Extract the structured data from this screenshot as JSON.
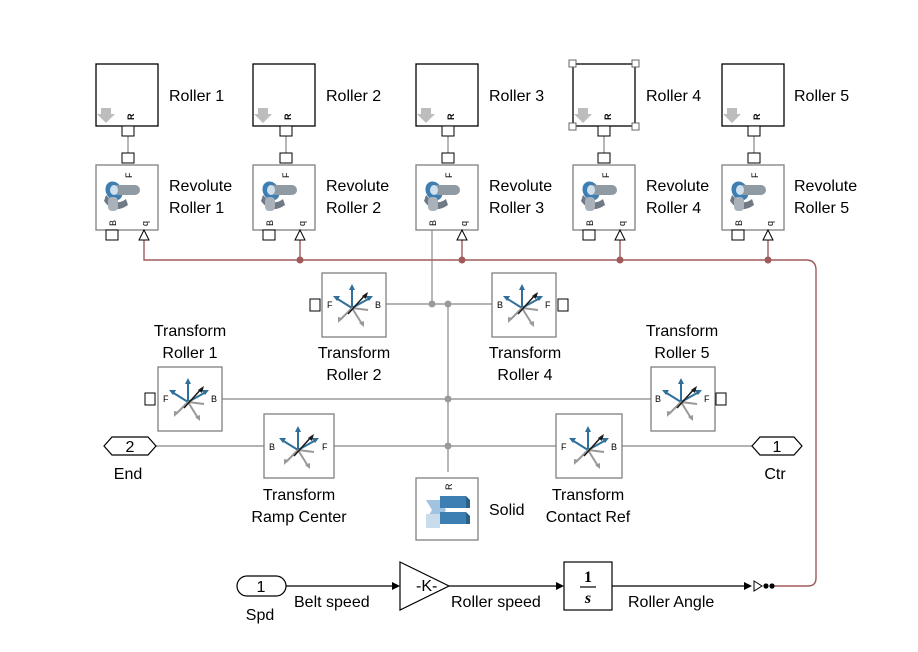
{
  "rollers": [
    {
      "label": "Roller 1",
      "port": "R"
    },
    {
      "label": "Roller 2",
      "port": "R"
    },
    {
      "label": "Roller 3",
      "port": "R"
    },
    {
      "label": "Roller 4",
      "port": "R"
    },
    {
      "label": "Roller 5",
      "port": "R"
    }
  ],
  "revolutes": [
    {
      "line1": "Revolute",
      "line2": "Roller 1",
      "port_f": "F",
      "port_b": "B",
      "port_q": "q"
    },
    {
      "line1": "Revolute",
      "line2": "Roller 2",
      "port_f": "F",
      "port_b": "B",
      "port_q": "q"
    },
    {
      "line1": "Revolute",
      "line2": "Roller 3",
      "port_f": "F",
      "port_b": "B",
      "port_q": "q"
    },
    {
      "line1": "Revolute",
      "line2": "Roller 4",
      "port_f": "F",
      "port_b": "B",
      "port_q": "q"
    },
    {
      "line1": "Revolute",
      "line2": "Roller 5",
      "port_f": "F",
      "port_b": "B",
      "port_q": "q"
    }
  ],
  "transforms": [
    {
      "line1": "Transform",
      "line2": "Roller 1",
      "port_left": "F",
      "port_right": "B"
    },
    {
      "line1": "Transform",
      "line2": "Roller 2",
      "port_left": "F",
      "port_right": "B"
    },
    {
      "line1": "Transform",
      "line2": "Roller 4",
      "port_left": "B",
      "port_right": "F"
    },
    {
      "line1": "Transform",
      "line2": "Roller 5",
      "port_left": "B",
      "port_right": "F"
    },
    {
      "line1": "Transform",
      "line2": "Ramp Center",
      "port_left": "B",
      "port_right": "F"
    },
    {
      "line1": "Transform",
      "line2": "Contact Ref",
      "port_left": "F",
      "port_right": "B"
    }
  ],
  "solid": {
    "label": "Solid",
    "port": "R"
  },
  "connection_ports": [
    {
      "number": "2",
      "label": "End"
    },
    {
      "number": "1",
      "label": "Ctr"
    }
  ],
  "signal": {
    "inport_number": "1",
    "inport_label": "Spd",
    "gain_text": "-K-",
    "integrator_num": "1",
    "integrator_den": "s",
    "belt_speed": "Belt speed",
    "roller_speed": "Roller speed",
    "roller_angle": "Roller Angle"
  },
  "colors": {
    "physical_line": "#9a9a9a",
    "signal_to_joint_line": "#a05a5a",
    "frame_blue": "#2f6f9a",
    "solid_blue": "#3d7fb2"
  }
}
